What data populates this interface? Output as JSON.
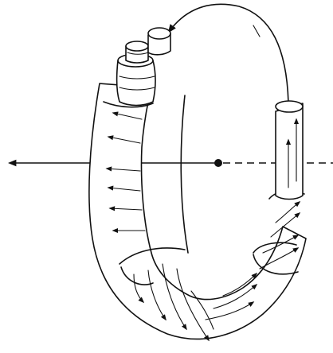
{
  "figure": {
    "subject": "flux-tube",
    "components": [
      "central-axis",
      "center-point",
      "field-loop",
      "tube-body",
      "tube-shells",
      "field-arrows"
    ],
    "colors": {
      "ink": "#111111",
      "background": "#ffffff"
    }
  }
}
